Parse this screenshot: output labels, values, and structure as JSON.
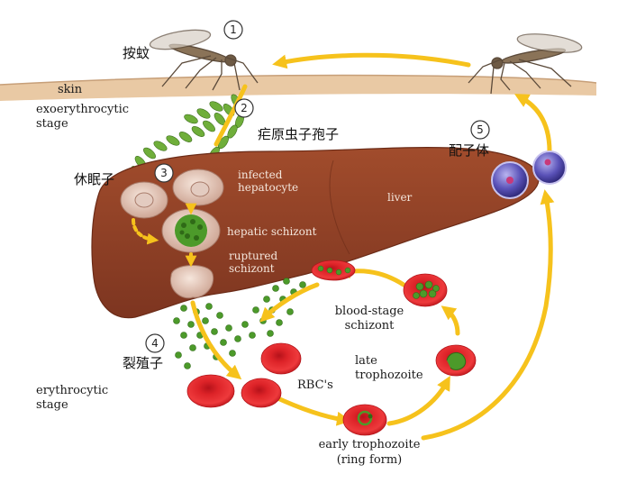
{
  "steps": [
    "1",
    "2",
    "3",
    "4",
    "5"
  ],
  "labels": {
    "mosquito": "按蚊",
    "skin": "skin",
    "exo_stage": [
      "exoerythrocytic",
      "stage"
    ],
    "sporozoite": "疟原虫子孢子",
    "hypnozoite": "休眠子",
    "infected_hepatocyte": [
      "infected",
      "hepatocyte"
    ],
    "liver": "liver",
    "hepatic_schizont": "hepatic schizont",
    "ruptured_schizont": [
      "ruptured",
      "schizont"
    ],
    "merozoite": "裂殖子",
    "ery_stage": [
      "erythrocytic",
      "stage"
    ],
    "rbcs": "RBC's",
    "blood_schizont": [
      "blood-stage",
      "schizont"
    ],
    "late_troph": [
      "late",
      "trophozoite"
    ],
    "early_troph": [
      "early trophozoite",
      "(ring form)"
    ],
    "gametocyte": "配子体"
  },
  "colors": {
    "arrow": "#f6c21c",
    "liver": "#8e3f25",
    "skin": "#e9c9a4",
    "rbc": "#e3262b",
    "parasite": "#4c9a2a",
    "gametocyte": "#5a52b8"
  }
}
